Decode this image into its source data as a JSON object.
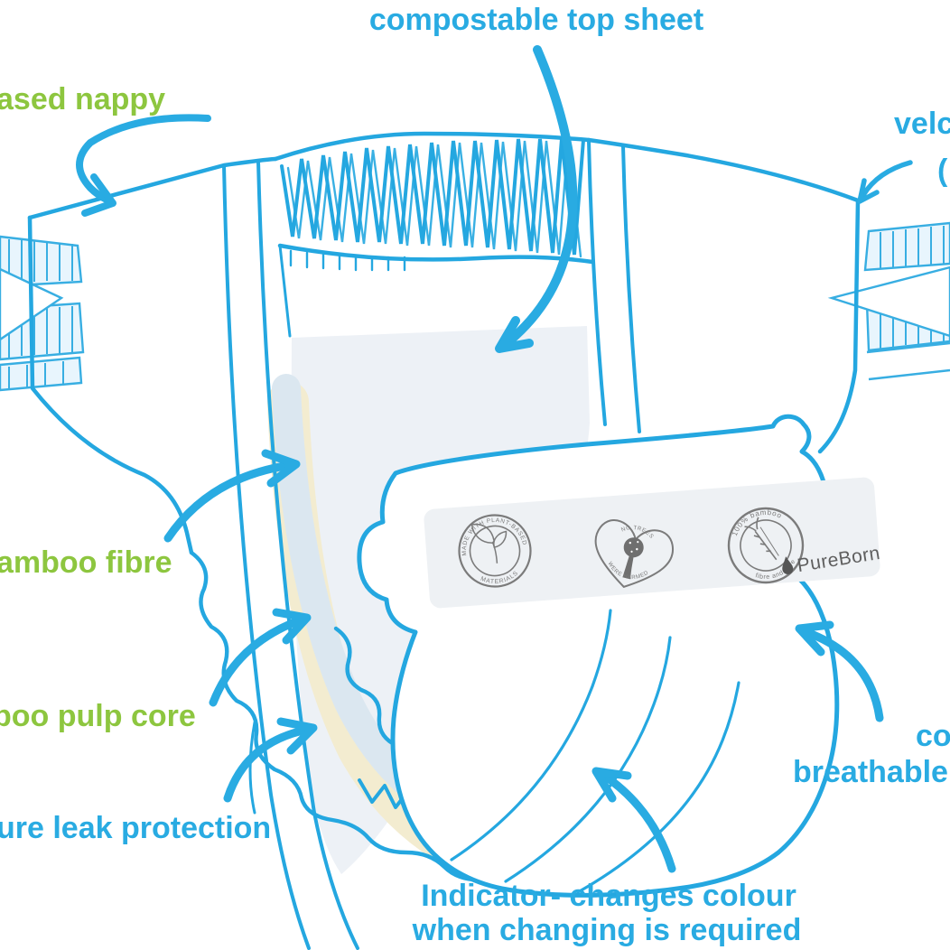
{
  "colors": {
    "label_blue": "#29abe2",
    "label_green": "#8dc63f",
    "line_blue": "#24a7e0",
    "stamp_gray": "#7b7b7b",
    "panel_gray": "#eef1f4",
    "pad_gray": "#edf1f6",
    "core_cream": "#f3ecd0",
    "cuff_blue": "#dbe7f0"
  },
  "labels": {
    "top_sheet": "compostable top sheet",
    "plant_based": "ased nappy",
    "velcro_line1": "velc",
    "velcro_line2": "(",
    "bamboo_fibre": "amboo fibre",
    "pulp_core": "boo pulp core",
    "leak_protection": "ure leak protection",
    "indicator_line1": "Indicator- changes colour",
    "indicator_line2": "when changing is required",
    "breathable_line1": "co",
    "breathable_line2": "breathable"
  },
  "stamps": {
    "plant_based": {
      "top": "MADE WITH PLANT-BASED",
      "bottom": "MATERIALS",
      "icon": "leaf-sprig-icon"
    },
    "no_trees": {
      "top": "NO TREES",
      "bottom": "WERE HARMED",
      "icon": "tree-icon"
    },
    "bamboo": {
      "top": "100% bamboo",
      "bottom": "fibre and core",
      "icon": "bamboo-stalk-icon"
    }
  },
  "brand": {
    "name": "PureBorn",
    "icon": "droplet-icon"
  }
}
